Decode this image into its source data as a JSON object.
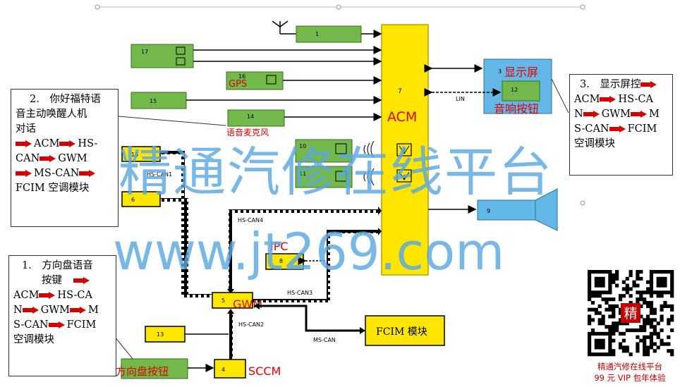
{
  "modules": {
    "acm": {
      "num": "7",
      "name": "ACM"
    },
    "m1": {
      "num": "1"
    },
    "m17": {
      "num": "17"
    },
    "m16": {
      "num": "16",
      "label": "GPS"
    },
    "m15": {
      "num": "15"
    },
    "m14": {
      "num": "14",
      "label": "语音麦克风"
    },
    "m18": {
      "num": "18"
    },
    "m6": {
      "num": "6"
    },
    "m10": {
      "num": "10"
    },
    "m11": {
      "num": "11"
    },
    "m3": {
      "num": "3",
      "label": "显示屏"
    },
    "m12": {
      "num": "12",
      "label": "音响按钮"
    },
    "m9": {
      "num": "9"
    },
    "m8": {
      "num": "8",
      "label": "IPC"
    },
    "m5": {
      "num": "5",
      "label": "GWM"
    },
    "m13": {
      "num": "13"
    },
    "m4": {
      "num": "4",
      "label": "SCCM"
    },
    "steering": {
      "label": "方向盘按钮"
    },
    "fcim": {
      "label": "FCIM 模块"
    }
  },
  "buses": {
    "lin": "LIN",
    "hs_can1": "HS-CAN1",
    "hs_can4": "HS-CAN4",
    "hs_can3": "HS-CAN3",
    "hs_can2": "HS-CAN2",
    "ms_can": "MS-CAN"
  },
  "callouts": {
    "c2": {
      "line1": "2.　你好福特语",
      "line2": "音主动唤醒人机",
      "line3": "对话",
      "line4": "ACM",
      "line4b": "HS-",
      "line5": "CAN",
      "line5b": "GWM",
      "line6": "MS-CAN",
      "line7": "FCIM 空调模块"
    },
    "c1": {
      "line1": "1.　方向盘语音",
      "line2": "按键",
      "line3": "ACM",
      "line3b": "HS-CA",
      "line4": "N",
      "line4b": "GWM",
      "line4c": "M",
      "line5": "S-CAN",
      "line5b": "FCIM",
      "line6": "空调模块"
    },
    "c3": {
      "line1": "3.　显示屏控",
      "line2": "ACM",
      "line2b": "HS-CA",
      "line3": "N",
      "line3b": "GWM",
      "line3c": "M",
      "line4": "S-CAN",
      "line4b": "FCIM",
      "line5": "空调模块"
    }
  },
  "watermark": {
    "line1": "精通汽修在线平台",
    "line2": "www.jt269.com",
    "qr_center": "精",
    "qr_line1": "精通汽修在线平台",
    "qr_line2": "99 元 VIP 包年体验"
  },
  "colors": {
    "module_green": "#72b84a",
    "acm_yellow": "#ffe600",
    "display_blue": "#63b8e8",
    "red_text": "#e00000",
    "watermark": "#5aa7e0"
  }
}
